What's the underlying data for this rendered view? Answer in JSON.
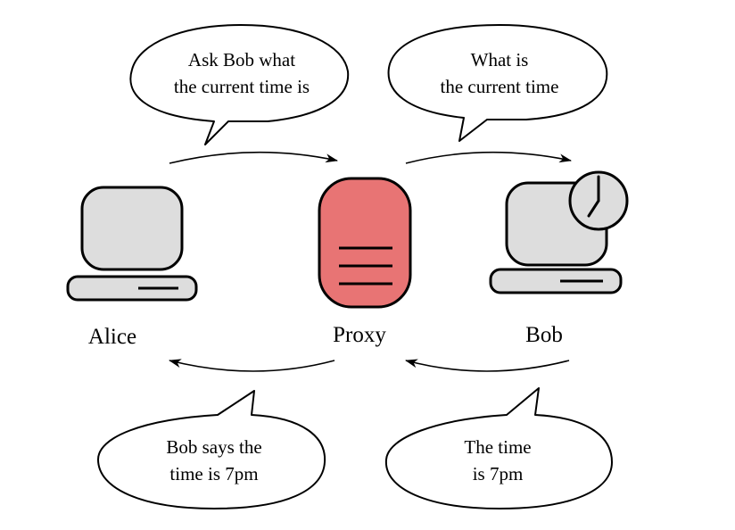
{
  "nodes": {
    "alice": {
      "label": "Alice"
    },
    "proxy": {
      "label": "Proxy"
    },
    "bob": {
      "label": "Bob"
    }
  },
  "bubbles": {
    "alice_request": {
      "line1": "Ask Bob what",
      "line2": "the current time is"
    },
    "proxy_request": {
      "line1": "What is",
      "line2": "the current time"
    },
    "proxy_reply": {
      "line1": "Bob says the",
      "line2": "time is 7pm"
    },
    "bob_reply": {
      "line1": "The time",
      "line2": "is 7pm"
    }
  },
  "colors": {
    "proxy_fill": "#e87474",
    "computer_fill": "#dddddd",
    "stroke": "#000000"
  }
}
